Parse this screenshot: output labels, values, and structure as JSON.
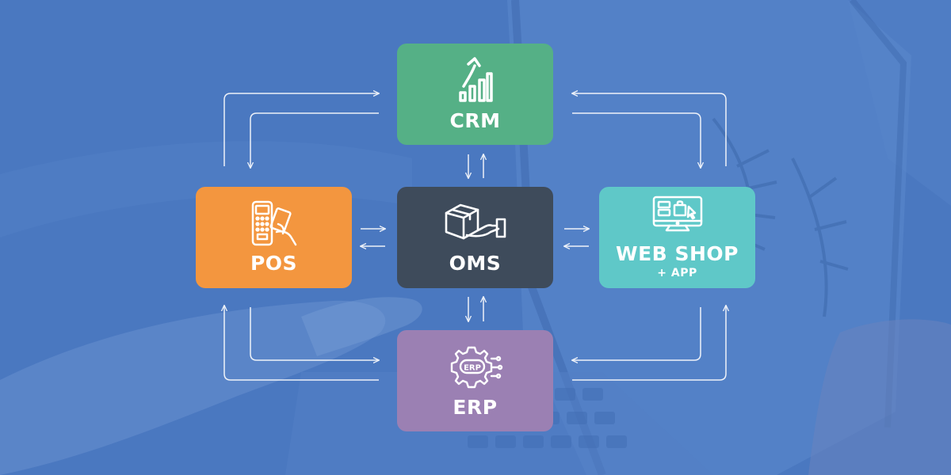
{
  "colors": {
    "background": "#4a78c0",
    "crm": "#55b086",
    "pos": "#f3963f",
    "oms": "#3e4b5b",
    "web": "#5fc8c8",
    "erp": "#9b80b3",
    "arrow": "#ffffff"
  },
  "nodes": {
    "crm": {
      "label": "CRM",
      "icon": "growth-chart-icon"
    },
    "pos": {
      "label": "POS",
      "icon": "card-terminal-icon"
    },
    "oms": {
      "label": "OMS",
      "icon": "package-hand-icon"
    },
    "web": {
      "label": "WEB SHOP",
      "sublabel": "+ APP",
      "icon": "online-shop-icon"
    },
    "erp": {
      "label": "ERP",
      "icon": "erp-gear-icon",
      "icon_text": "ERP"
    }
  }
}
